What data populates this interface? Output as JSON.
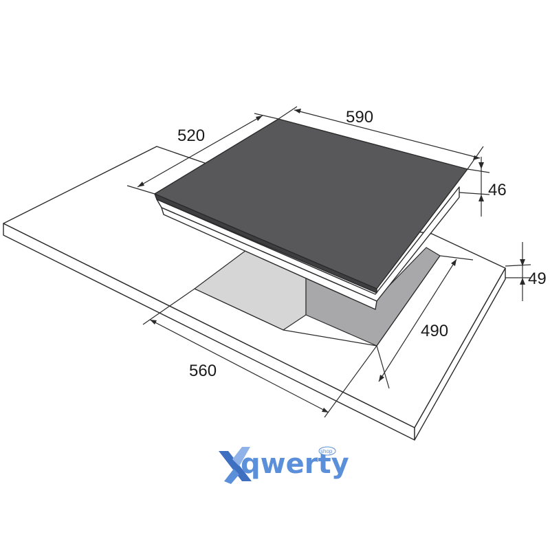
{
  "dimensions": {
    "hob_width": "590",
    "hob_depth": "520",
    "hob_height": "46",
    "cutout_width": "560",
    "cutout_depth": "490",
    "worktop_thickness": "49"
  },
  "logo": {
    "brand": "qwerty",
    "badge": "shop",
    "icon": "x-mark-icon",
    "color": "#5b8fd9"
  },
  "colors": {
    "glass_top": "#58585a",
    "hob_frame": "#ffffff",
    "cutout_left_wall": "#d6d6d6",
    "cutout_back_wall": "#a8a8aa",
    "line": "#2a2a2a"
  }
}
